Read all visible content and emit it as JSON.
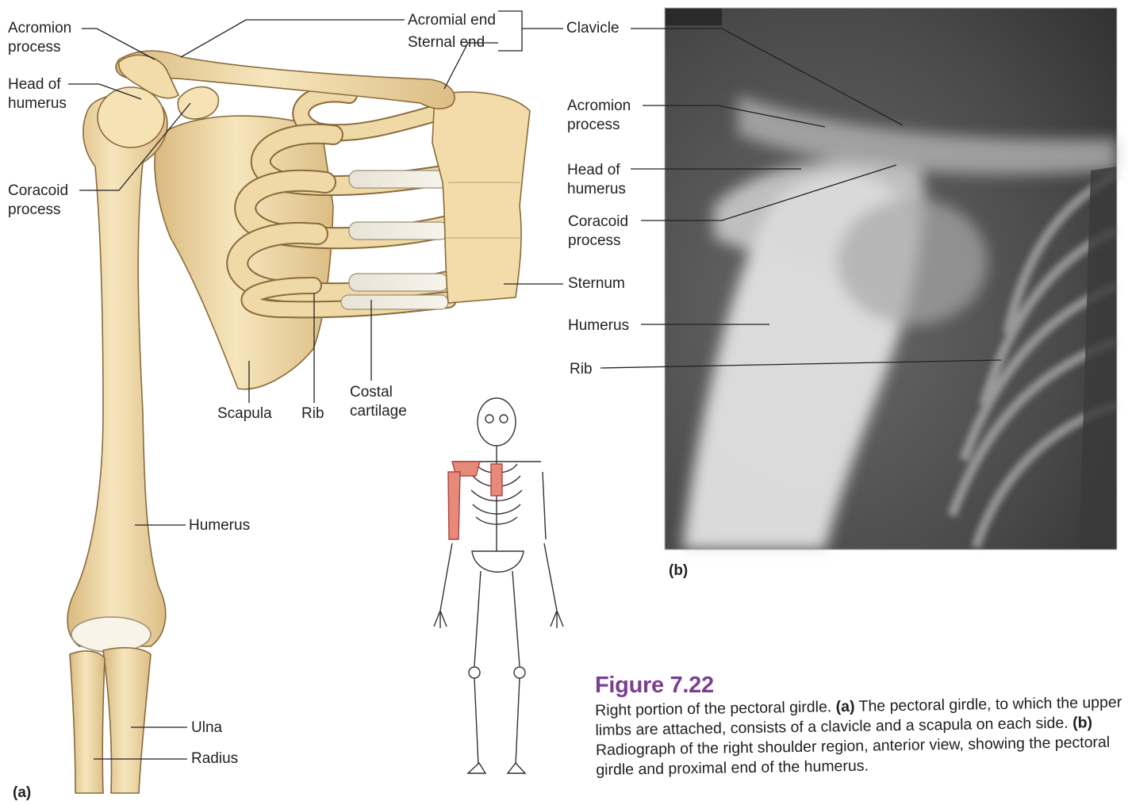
{
  "panel_a": {
    "tag": "(a)",
    "labels": {
      "acromion_process": [
        "Acromion",
        "process"
      ],
      "head_of_humerus": [
        "Head of",
        "humerus"
      ],
      "coracoid_process": [
        "Coracoid",
        "process"
      ],
      "acromial_end": "Acromial end",
      "sternal_end": "Sternal end",
      "scapula": "Scapula",
      "rib": "Rib",
      "costal_cartilage": [
        "Costal",
        "cartilage"
      ],
      "humerus": "Humerus",
      "ulna": "Ulna",
      "radius": "Radius"
    }
  },
  "panel_b": {
    "tag": "(b)",
    "labels": {
      "clavicle": "Clavicle",
      "acromion_process": [
        "Acromion",
        "process"
      ],
      "head_of_humerus": [
        "Head of",
        "humerus"
      ],
      "coracoid_process": [
        "Coracoid",
        "process"
      ],
      "sternum": "Sternum",
      "humerus": "Humerus",
      "rib": "Rib"
    }
  },
  "figure": {
    "title": "Figure 7.22",
    "caption_intro": "Right portion of the pectoral girdle.",
    "caption_a_tag": "(a)",
    "caption_a_text": "The pectoral girdle, to which the upper limbs are attached, consists of a clavicle and a scapula on each side.",
    "caption_b_tag": "(b)",
    "caption_b_text": "Radiograph of the right shoulder region, anterior view, showing the pectoral girdle and proximal end of the humerus."
  },
  "colors": {
    "bone": "#f1dcaa",
    "bone_shadow": "#d8b77b",
    "bone_outline": "#8a6b3c",
    "highlight": "#e88a7a",
    "xray_dark": "#2f2f2f",
    "title_purple": "#7c3f90"
  }
}
